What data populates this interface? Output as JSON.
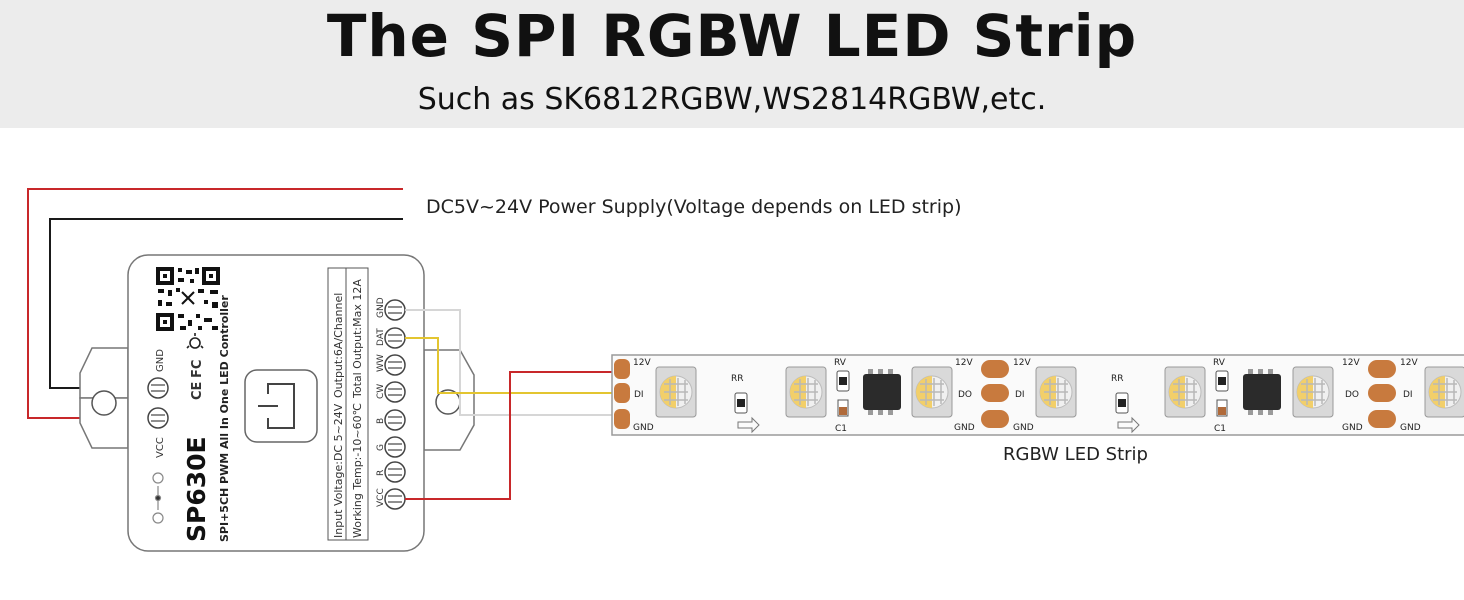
{
  "header": {
    "title": "The SPI RGBW LED Strip",
    "subtitle": "Such as SK6812RGBW,WS2814RGBW,etc."
  },
  "power_supply_label": "DC5V~24V Power Supply(Voltage depends on LED strip)",
  "controller": {
    "model": "SP630E",
    "description": "SPI+5CH PWM All In One LED Controller",
    "spec_input_voltage": "Input Voltage:DC 5~24V",
    "spec_working_temp": "Working Temp:-10~60℃",
    "spec_output": "Output:6A/Channel",
    "spec_total_output": "Total Output:Max 12A",
    "cert_ce": "CE",
    "cert_fc": "FC",
    "power_terminals": [
      "GND",
      "VCC"
    ],
    "output_terminals": [
      "GND",
      "DAT",
      "WW",
      "CW",
      "B",
      "G",
      "R",
      "VCC"
    ]
  },
  "strip": {
    "label": "RGBW LED Strip",
    "pad_12v": "12V",
    "pad_di": "DI",
    "pad_do": "DO",
    "pad_gnd": "GND",
    "res_rr": "RR",
    "res_rv": "RV",
    "cap_c1": "C1"
  },
  "colors": {
    "vcc_wire": "#c8282a",
    "gnd_wire": "#1a1a1a",
    "data_wire": "#e3c530",
    "aux_wire": "#d6d6d6",
    "pad_copper": "#c87a3e",
    "header_bg": "#ececec"
  }
}
